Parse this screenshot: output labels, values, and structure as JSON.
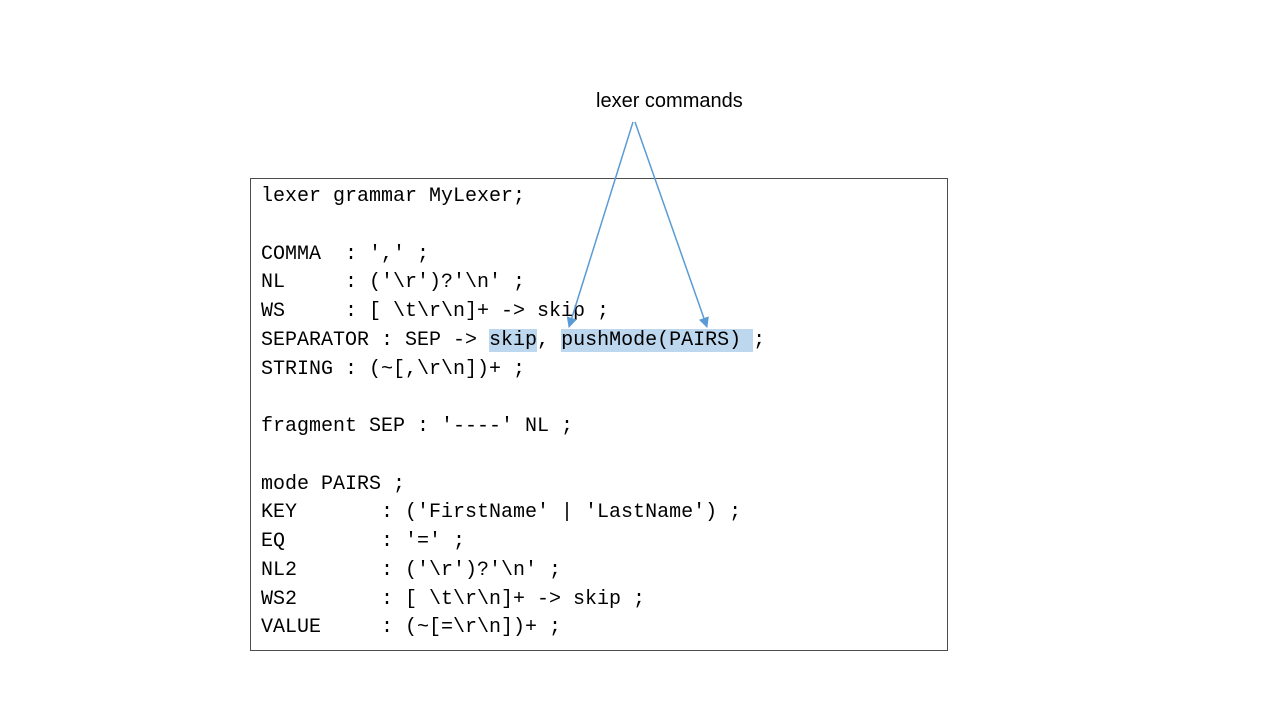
{
  "callout": {
    "label": "lexer commands"
  },
  "colors": {
    "arrow": "#5b9bd5",
    "highlight": "#bdd7ee",
    "border": "#4d4d4d"
  },
  "code": {
    "lines": [
      {
        "segments": [
          {
            "text": "lexer grammar MyLexer;"
          }
        ]
      },
      {
        "segments": [
          {
            "text": ""
          }
        ]
      },
      {
        "segments": [
          {
            "text": "COMMA  : ',' ;"
          }
        ]
      },
      {
        "segments": [
          {
            "text": "NL     : ('\\r')?'\\n' ;"
          }
        ]
      },
      {
        "segments": [
          {
            "text": "WS     : [ \\t\\r\\n]+ -> skip ;"
          }
        ]
      },
      {
        "segments": [
          {
            "text": "SEPARATOR : SEP -> "
          },
          {
            "text": "skip",
            "highlight": true,
            "name": "highlight-skip"
          },
          {
            "text": ", "
          },
          {
            "text": "pushMode(PAIRS) ",
            "highlight": true,
            "name": "highlight-pushmode"
          },
          {
            "text": ";"
          }
        ]
      },
      {
        "segments": [
          {
            "text": "STRING : (~[,\\r\\n])+ ;"
          }
        ]
      },
      {
        "segments": [
          {
            "text": ""
          }
        ]
      },
      {
        "segments": [
          {
            "text": "fragment SEP : '----' NL ;"
          }
        ]
      },
      {
        "segments": [
          {
            "text": ""
          }
        ]
      },
      {
        "segments": [
          {
            "text": "mode PAIRS ;"
          }
        ]
      },
      {
        "segments": [
          {
            "text": "KEY       : ('FirstName' | 'LastName') ;"
          }
        ]
      },
      {
        "segments": [
          {
            "text": "EQ        : '=' ;"
          }
        ]
      },
      {
        "segments": [
          {
            "text": "NL2       : ('\\r')?'\\n' ;"
          }
        ]
      },
      {
        "segments": [
          {
            "text": "WS2       : [ \\t\\r\\n]+ -> skip ;"
          }
        ]
      },
      {
        "segments": [
          {
            "text": "VALUE     : (~[=\\r\\n])+ ;"
          }
        ]
      }
    ]
  }
}
